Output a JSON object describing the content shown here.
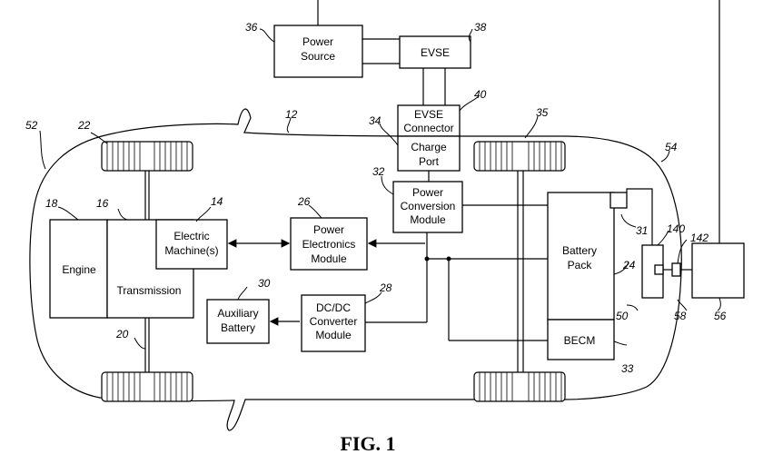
{
  "figure": {
    "caption": "FIG. 1",
    "blocks": {
      "power_source": [
        "Power",
        "Source"
      ],
      "evse": [
        "EVSE"
      ],
      "evse_connector": [
        "EVSE",
        "Connector"
      ],
      "charge_port": [
        "Charge",
        "Port"
      ],
      "power_conversion": [
        "Power",
        "Conversion",
        "Module"
      ],
      "power_electronics": [
        "Power",
        "Electronics",
        "Module"
      ],
      "electric_machine": [
        "Electric",
        "Machine(s)"
      ],
      "engine": [
        "Engine"
      ],
      "transmission": [
        "Transmission"
      ],
      "auxiliary_battery": [
        "Auxiliary",
        "Battery"
      ],
      "dcdc_converter": [
        "DC/DC",
        "Converter",
        "Module"
      ],
      "battery_pack": [
        "Battery",
        "Pack"
      ],
      "becm": [
        "BECM"
      ]
    },
    "refs": {
      "r12": "12",
      "r14": "14",
      "r16": "16",
      "r18": "18",
      "r20": "20",
      "r22": "22",
      "r24": "24",
      "r26": "26",
      "r28": "28",
      "r30": "30",
      "r31": "31",
      "r32": "32",
      "r33": "33",
      "r34": "34",
      "r35": "35",
      "r36": "36",
      "r38": "38",
      "r40": "40",
      "r50": "50",
      "r52": "52",
      "r54": "54",
      "r56": "56",
      "r58": "58",
      "r140": "140",
      "r142": "142"
    }
  }
}
